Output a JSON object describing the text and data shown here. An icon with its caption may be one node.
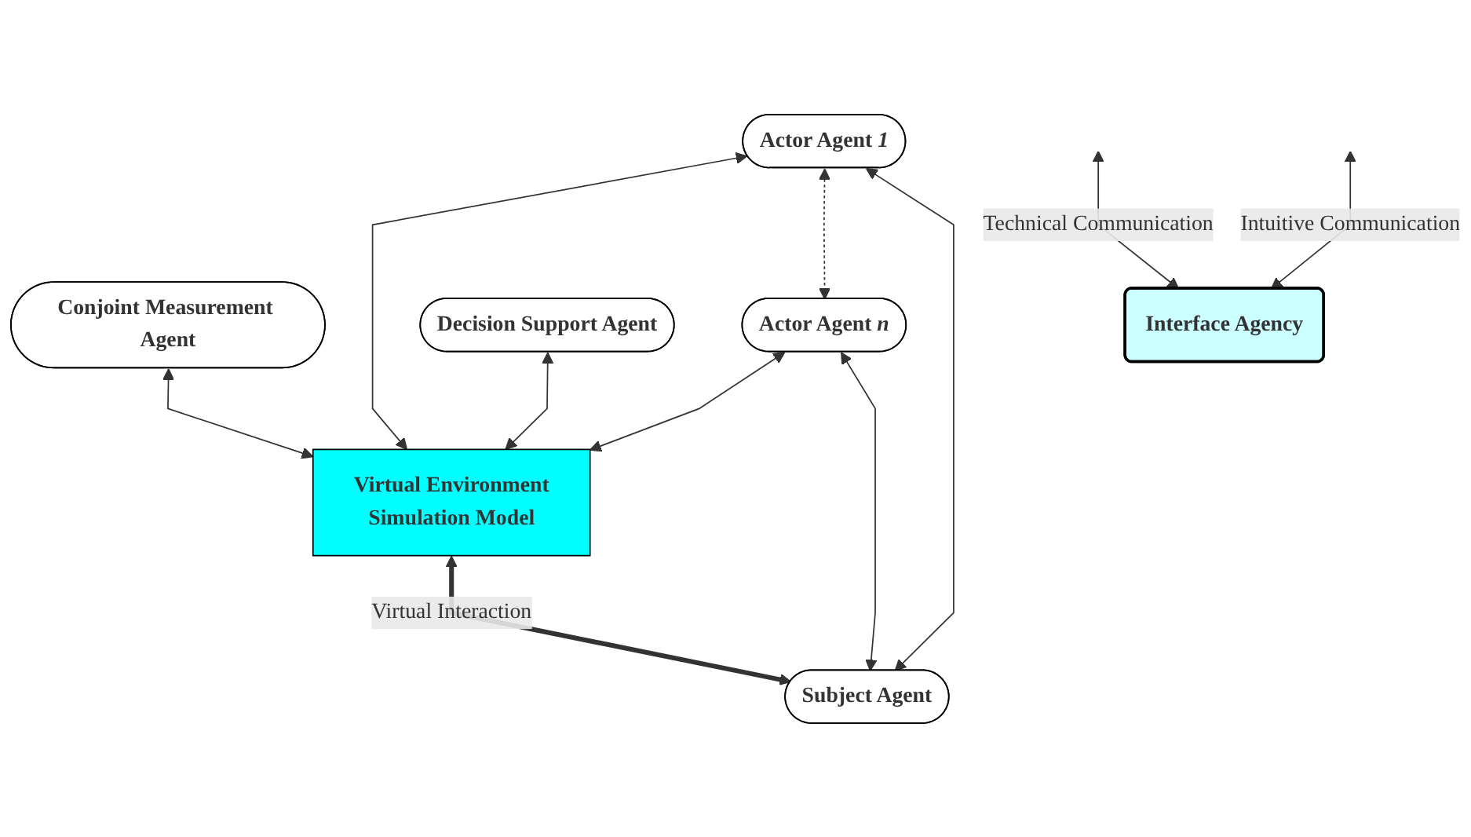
{
  "diagram": {
    "nodes": [
      {
        "text": [
          "Conjoint Measurement Agent"
        ]
      },
      {
        "text": [
          "Actor Agent *1*"
        ]
      },
      {
        "text": [
          "Actor Agent *n*"
        ]
      },
      {
        "text": [
          "Virtual Environment",
          "Simulation Model"
        ]
      },
      {
        "text": [
          "Decision Support Agent"
        ]
      },
      {
        "text": [
          "Subject Agent"
        ]
      },
      {
        "text": [
          "Interface Agency"
        ]
      }
    ],
    "edges": [
      {
        "from": 0,
        "to": 3,
        "arrow": "both"
      },
      {
        "from": 1,
        "to": 3,
        "arrow": "both"
      },
      {
        "from": 2,
        "to": 3,
        "arrow": "both"
      },
      {
        "from": 1,
        "to": 2,
        "arrow": "both",
        "style": "dashed"
      },
      {
        "from": 1,
        "to": 5,
        "arrow": "both"
      },
      {
        "from": 2,
        "to": 5,
        "arrow": "both"
      },
      {
        "from": 4,
        "to": 3,
        "arrow": "both"
      },
      {
        "from": 3,
        "to": 5,
        "arrow": "both",
        "style": "thick",
        "label": "Virtual Interaction"
      },
      {
        "from": null,
        "to": 6,
        "arrow": "both",
        "label": "Technical Communication"
      },
      {
        "from": null,
        "to": 6,
        "arrow": "both",
        "label": "Intuitive Communication"
      }
    ]
  }
}
